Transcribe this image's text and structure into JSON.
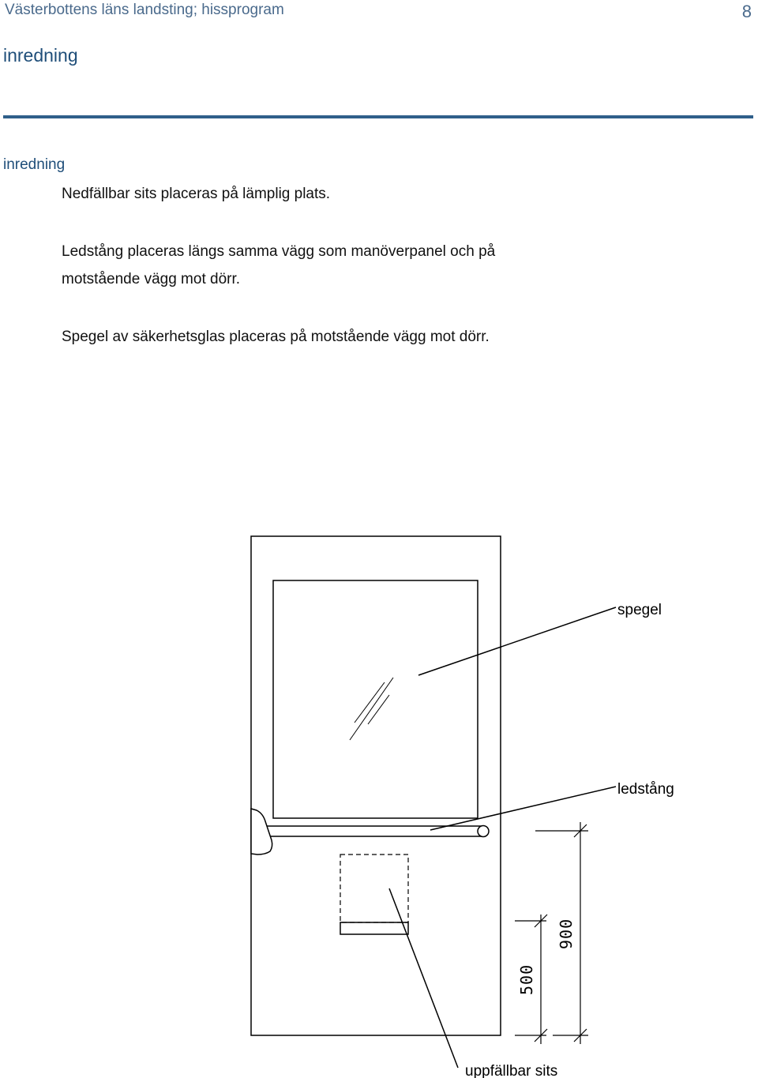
{
  "header": {
    "running_title": "Västerbottens läns landsting; hissprogram",
    "page_number": "8"
  },
  "chapter": {
    "title": "inredning"
  },
  "section": {
    "heading": "inredning",
    "paragraphs": [
      "Nedfällbar sits placeras på lämplig plats.",
      "Ledstång placeras längs samma vägg som manöverpanel och på motstående vägg mot dörr.",
      "Spegel av säkerhetsglas placeras på motstående vägg mot dörr."
    ]
  },
  "drawing": {
    "labels": {
      "mirror": "spegel",
      "handrail": "ledstång",
      "seat": "uppfällbar sits"
    },
    "dimensions": {
      "seat_height": "500",
      "handrail_height": "900"
    }
  }
}
